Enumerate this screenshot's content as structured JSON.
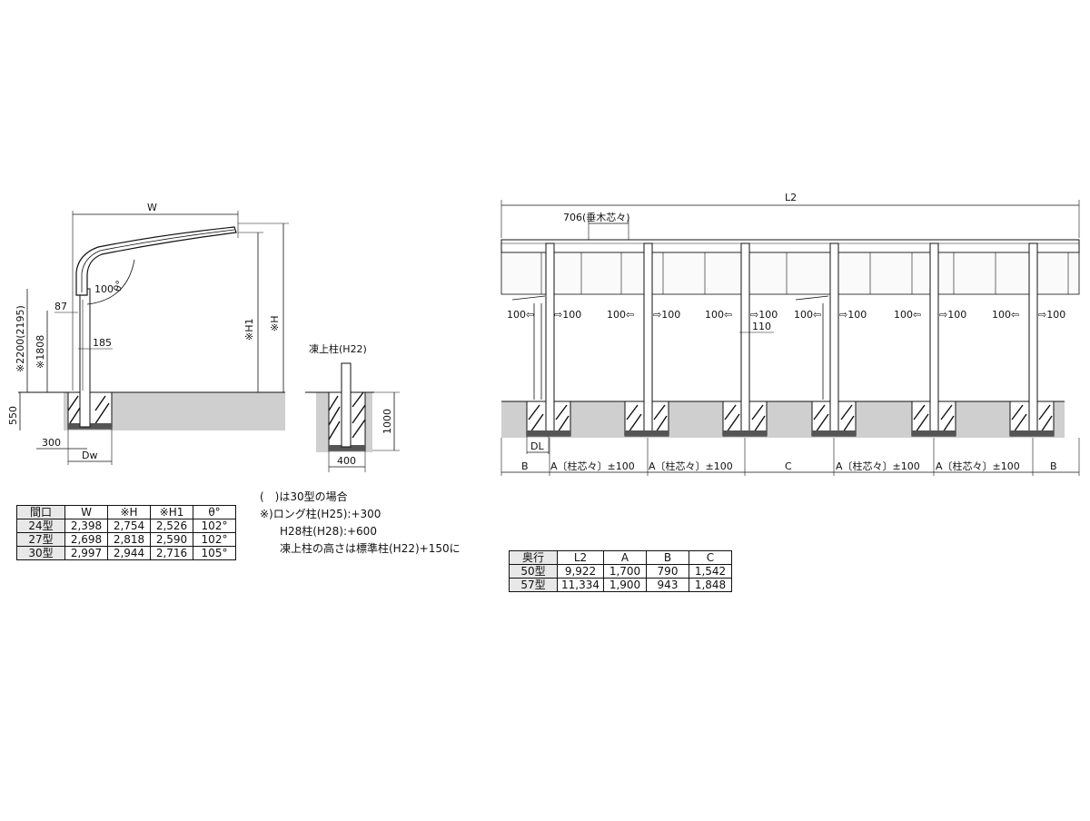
{
  "side_view": {
    "dim_W": "W",
    "dim_H": "※H",
    "dim_H1": "※H1",
    "dim_2200": "※2200(2195)",
    "dim_1808": "※1808",
    "dim_87": "87",
    "dim_100theta": "100",
    "theta": "θ°",
    "dim_185": "185",
    "dim_550": "550",
    "dim_300": "300",
    "dim_Dw": "Dw"
  },
  "frost_post": {
    "title": "凍上柱(H22)",
    "dim_1000": "1000",
    "dim_400": "400"
  },
  "front_view": {
    "dim_L2": "L2",
    "dim_706": "706(垂木芯々)",
    "gap_labels": [
      "100⇦",
      "⇨100",
      "100⇦",
      "⇨100",
      "100⇦",
      "⇨100",
      "100⇦",
      "⇨100",
      "100⇦",
      "⇨100",
      "100⇦",
      "⇨100"
    ],
    "dim_110": "110",
    "dim_DL": "DL",
    "bottom_dims": [
      "B",
      "A〔柱芯々〕±100",
      "A〔柱芯々〕±100",
      "C",
      "A〔柱芯々〕±100",
      "A〔柱芯々〕±100",
      "B"
    ]
  },
  "table_left": {
    "headers": [
      "間口",
      "W",
      "※H",
      "※H1",
      "θ°"
    ],
    "rows": [
      [
        "24型",
        "2,398",
        "2,754",
        "2,526",
        "102°"
      ],
      [
        "27型",
        "2,698",
        "2,818",
        "2,590",
        "102°"
      ],
      [
        "30型",
        "2,997",
        "2,944",
        "2,716",
        "105°"
      ]
    ]
  },
  "notes": [
    "(　)は30型の場合",
    "※)ロング柱(H25):+300",
    "H28柱(H28):+600",
    "凍上柱の高さは標準柱(H22)+150に"
  ],
  "table_right": {
    "headers": [
      "奥行",
      "L2",
      "A",
      "B",
      "C"
    ],
    "rows": [
      [
        "50型",
        "9,922",
        "1,700",
        "790",
        "1,542"
      ],
      [
        "57型",
        "11,334",
        "1,900",
        "943",
        "1,848"
      ]
    ]
  }
}
